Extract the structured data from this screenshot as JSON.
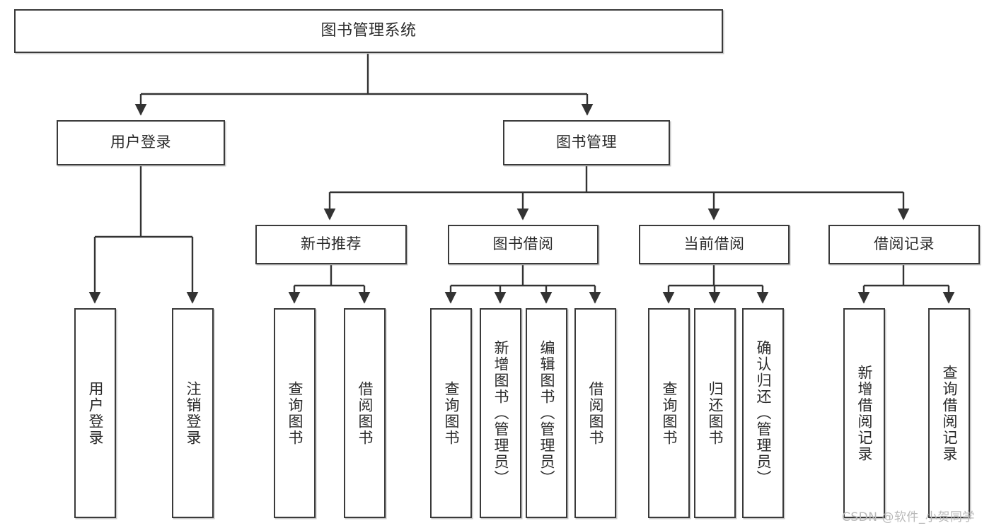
{
  "diagram": {
    "type": "tree",
    "title": "图书管理系统",
    "root": {
      "id": "root",
      "label": "图书管理系统"
    },
    "level2": [
      {
        "id": "user-login",
        "label": "用户登录"
      },
      {
        "id": "book-manage",
        "label": "图书管理"
      }
    ],
    "level3": [
      {
        "id": "new-book-rec",
        "label": "新书推荐",
        "parent": "book-manage"
      },
      {
        "id": "book-borrow",
        "label": "图书借阅",
        "parent": "book-manage"
      },
      {
        "id": "current-borrow",
        "label": "当前借阅",
        "parent": "book-manage"
      },
      {
        "id": "borrow-record",
        "label": "借阅记录",
        "parent": "book-manage"
      }
    ],
    "leaves": [
      {
        "id": "leaf-user-login",
        "label": "用户登录",
        "parent": "user-login"
      },
      {
        "id": "leaf-logout",
        "label": "注销登录",
        "parent": "user-login"
      },
      {
        "id": "leaf-query-book-1",
        "label": "查询图书",
        "parent": "new-book-rec"
      },
      {
        "id": "leaf-borrow-book-1",
        "label": "借阅图书",
        "parent": "new-book-rec"
      },
      {
        "id": "leaf-query-book-2",
        "label": "查询图书",
        "parent": "book-borrow"
      },
      {
        "id": "leaf-add-book",
        "label": "新增图书（管理员）",
        "parent": "book-borrow"
      },
      {
        "id": "leaf-edit-book",
        "label": "编辑图书（管理员）",
        "parent": "book-borrow"
      },
      {
        "id": "leaf-borrow-book-2",
        "label": "借阅图书",
        "parent": "book-borrow"
      },
      {
        "id": "leaf-query-book-3",
        "label": "查询图书",
        "parent": "current-borrow"
      },
      {
        "id": "leaf-return-book",
        "label": "归还图书",
        "parent": "current-borrow"
      },
      {
        "id": "leaf-confirm-return",
        "label": "确认归还（管理员）",
        "parent": "current-borrow"
      },
      {
        "id": "leaf-add-record",
        "label": "新增借阅记录",
        "parent": "borrow-record"
      },
      {
        "id": "leaf-query-record",
        "label": "查询借阅记录",
        "parent": "borrow-record"
      }
    ]
  },
  "style": {
    "border_color": "#3a3a3a",
    "edge_color": "#333333",
    "background": "#ffffff",
    "text_color": "#2b2b2b",
    "watermark_color": "#b9b9b9"
  },
  "watermark": {
    "text": "CSDN @软件_小贺同学"
  }
}
